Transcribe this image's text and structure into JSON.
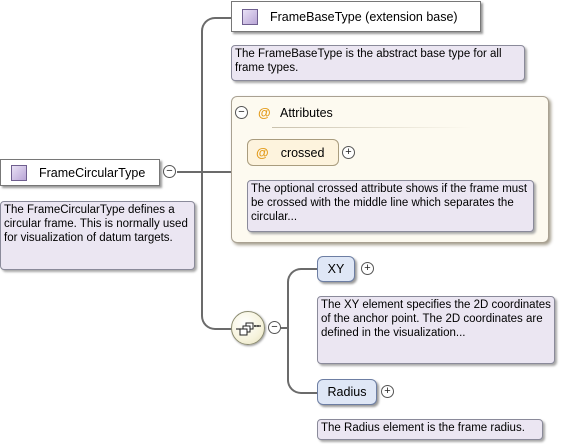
{
  "root": {
    "label": "FrameCircularType",
    "documentation": "The FrameCircularType defines a circular frame. This is normally used for visualization of datum targets."
  },
  "base": {
    "label": "FrameBaseType (extension base)",
    "documentation": "The FrameBaseType is the abstract base type for all frame types."
  },
  "attributes": {
    "header_label": "Attributes",
    "at_symbol": "@",
    "items": [
      {
        "label": "crossed",
        "documentation": "The optional crossed attribute shows if the frame must be crossed with the middle line which separates the circular..."
      }
    ]
  },
  "sequence": {
    "elements": [
      {
        "label": "XY",
        "documentation": "The XY element specifies the 2D coordinates of the anchor point. The 2D coordinates are defined in the visualization..."
      },
      {
        "label": "Radius",
        "documentation": "The Radius element is the frame radius."
      }
    ]
  },
  "glyphs": {
    "collapse": "−",
    "expand": "+"
  },
  "icons": {
    "type_icon": "complex-type-icon",
    "sequence_icon": "sequence-compositor-icon",
    "attribute_icon": "attribute-icon"
  }
}
